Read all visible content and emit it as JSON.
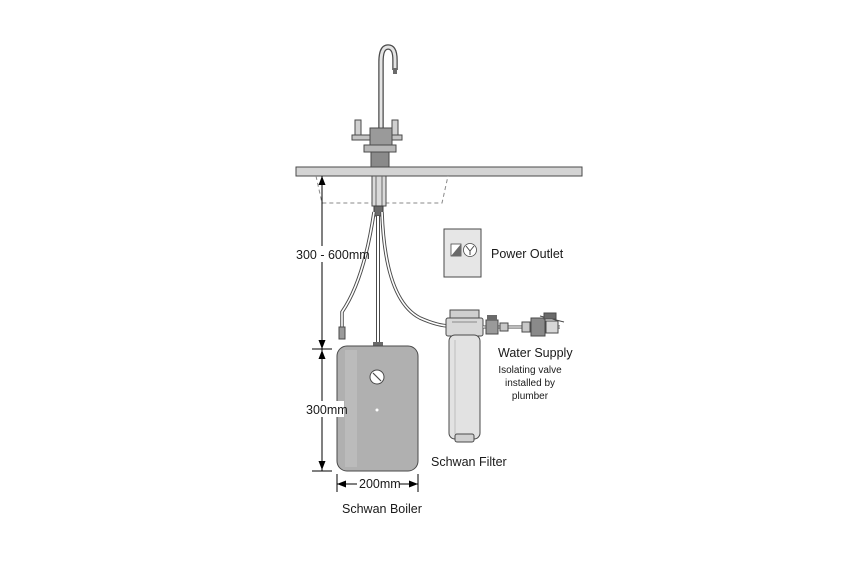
{
  "labels": {
    "height_range": "300 - 600mm",
    "power_outlet": "Power Outlet",
    "water_supply": "Water Supply",
    "valve_note": [
      "Isolating valve",
      "installed by",
      "plumber"
    ],
    "boiler_height": "300mm",
    "filter": "Schwan Filter",
    "boiler_width": "200mm",
    "boiler": "Schwan Boiler"
  },
  "colors": {
    "line": "#4a4a4a",
    "metal": "#c9c9c9",
    "metal_dark": "#8e8e8e",
    "boiler": "#b0b0b0",
    "filter": "#e2e2e2",
    "bench": "#d4d4d4",
    "dim": "#000000"
  }
}
